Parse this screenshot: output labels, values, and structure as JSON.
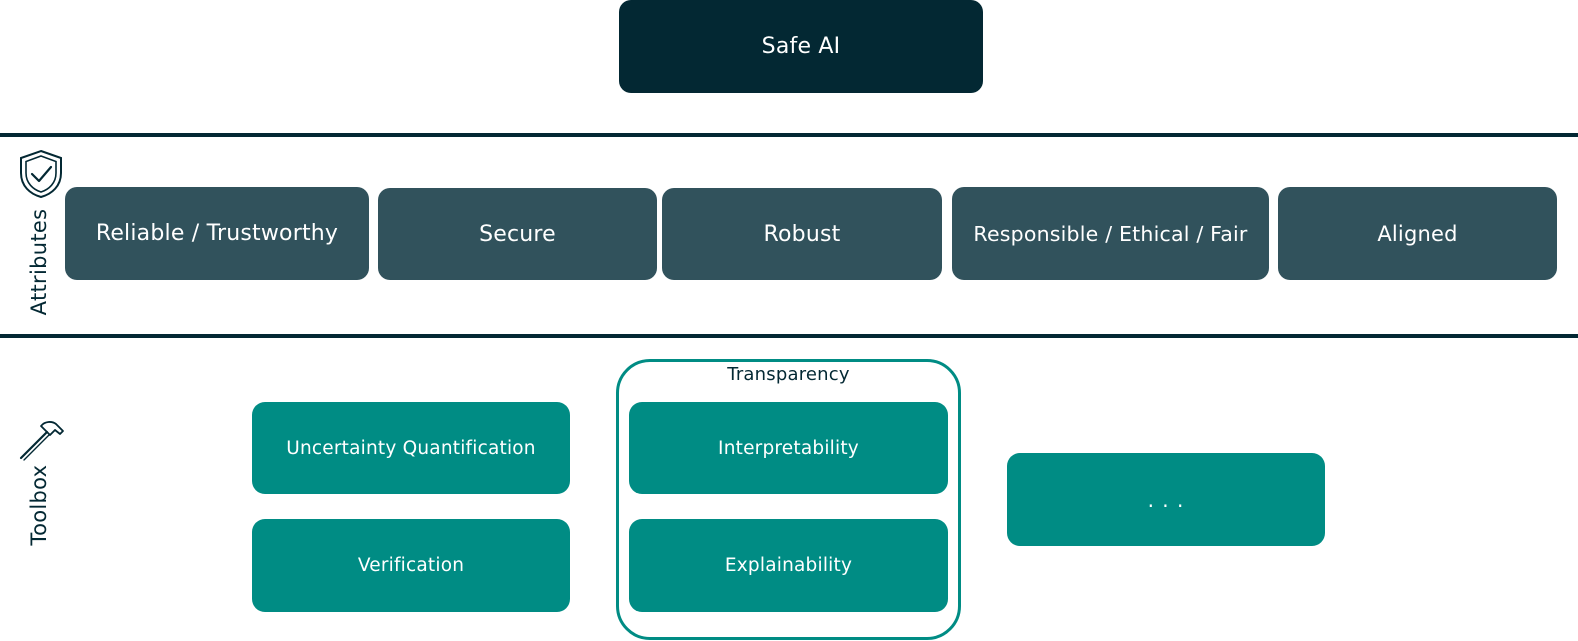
{
  "title": "Safe AI",
  "attributes": {
    "label": "Attributes",
    "icon": "shield-check-icon",
    "items": [
      "Reliable / Trustworthy",
      "Secure",
      "Robust",
      "Responsible / Ethical / Fair",
      "Aligned"
    ]
  },
  "toolbox": {
    "label": "Toolbox",
    "icon": "hammer-icon",
    "uncertainty": "Uncertainty Quantification",
    "verification": "Verification",
    "transparency": {
      "label": "Transparency",
      "items": [
        "Interpretability",
        "Explainability"
      ]
    },
    "more": ". . ."
  },
  "colors": {
    "dark": "#032833",
    "slate": "#31525c",
    "teal": "#008c84",
    "background": "#ffffff"
  }
}
